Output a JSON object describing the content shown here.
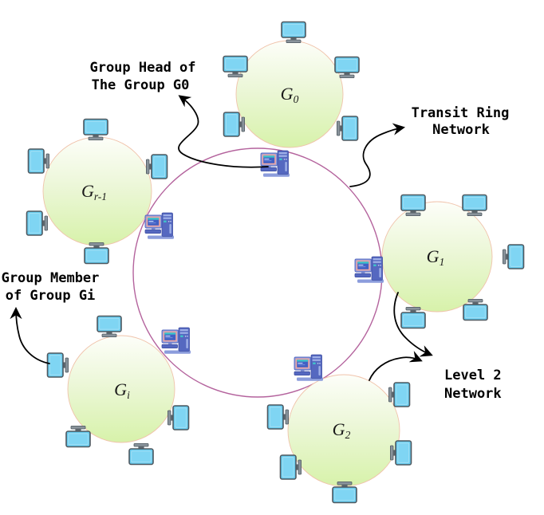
{
  "diagram": {
    "type": "network-topology",
    "groups": [
      {
        "id": "G0",
        "main": "G",
        "sub": "0"
      },
      {
        "id": "Gr-1",
        "main": "G",
        "sub": "r-1"
      },
      {
        "id": "G1",
        "main": "G",
        "sub": "1"
      },
      {
        "id": "Gi",
        "main": "G",
        "sub": "i"
      },
      {
        "id": "G2",
        "main": "G",
        "sub": "2"
      }
    ],
    "annotations": {
      "group_head": {
        "line1": "Group Head of",
        "line2": "The Group G0"
      },
      "transit": {
        "line1": "Transit Ring",
        "line2": "Network"
      },
      "member": {
        "line1": "Group Member",
        "line2": "of Group Gi"
      },
      "level2": {
        "line1": "Level 2",
        "line2": "Network"
      }
    },
    "icons": {
      "group_member": "monitor-icon",
      "group_head": "desktop-computer-icon"
    }
  },
  "colors": {
    "ring": "#b4639d",
    "circle_top": "#fdfef9",
    "circle_mid": "#ecf7d8",
    "circle_bottom": "#d7f2aa",
    "circle_border": "#f0c3ab",
    "arrow": "#000000",
    "monitor_screen": "#67cbee",
    "monitor_screen_light": "#7fd5f3",
    "monitor_frame": "#4e585f",
    "monitor_base": "#8a949c",
    "monitor_neck": "#5d666d",
    "desktop_body": "#5568c0",
    "desktop_dark": "#3f4fa3",
    "desktop_panel": "#9fb0e8",
    "desktop_frame": "#8b9cdc",
    "desktop_bezel": "#f2a7a2",
    "desktop_screen": "#4160c4",
    "desktop_titlebar": "#3fc4c9"
  }
}
